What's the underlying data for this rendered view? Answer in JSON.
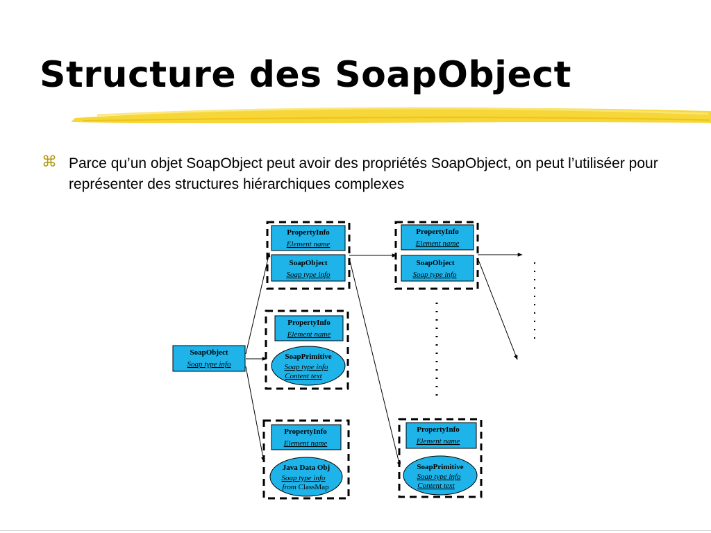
{
  "slide": {
    "title": "Structure des SoapObject",
    "bullet": "Parce qu’un objet SoapObject peut avoir des propriétés SoapObject, on peut l’utiliséer pour représenter des structures hiérarchiques complexes",
    "bullet_icon": "command-key-icon",
    "accent_color": "#f5d327"
  },
  "diagram": {
    "fill_color": "#1eb4ea",
    "root": {
      "title": "SoapObject",
      "line1": "Soap type info"
    },
    "group1": {
      "prop": {
        "title": "PropertyInfo",
        "line1": "Element name"
      },
      "obj": {
        "title": "SoapObject",
        "line1": "Soap type info"
      }
    },
    "group2": {
      "prop": {
        "title": "PropertyInfo",
        "line1": "Element name"
      },
      "obj": {
        "title": "SoapPrimitive",
        "line1": "Soap type info",
        "line2": "Content text"
      }
    },
    "group3": {
      "prop": {
        "title": "PropertyInfo",
        "line1": "Element name"
      },
      "obj": {
        "title": "Java Data Obj",
        "line1": "Soap type info",
        "line2a": "from",
        "line2b": "ClassMap"
      }
    },
    "group4": {
      "prop": {
        "title": "PropertyInfo",
        "line1": "Element name"
      },
      "obj": {
        "title": "SoapObject",
        "line1": "Soap type info"
      }
    },
    "group5": {
      "prop": {
        "title": "PropertyInfo",
        "line1": "Element name"
      },
      "obj": {
        "title": "SoapPrimitive",
        "line1": "Soap type info",
        "line2": "Content text"
      }
    }
  }
}
